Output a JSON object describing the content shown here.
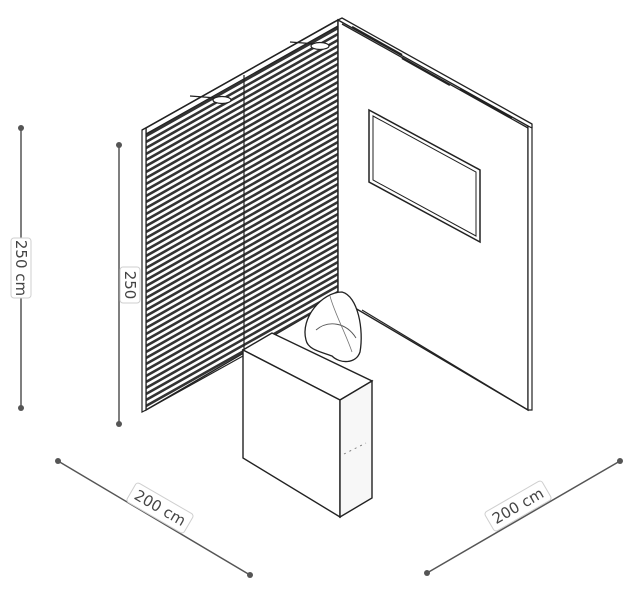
{
  "dimensions": {
    "height_total": "250 cm",
    "height_wall": "250",
    "width_left": "200 cm",
    "width_right": "200 cm"
  },
  "colors": {
    "line": "#222222",
    "dimension": "#555555",
    "slat_dark": "#333333",
    "slat_light": "#ffffff",
    "wall_fill": "#ffffff",
    "counter_side": "#f7f7f7"
  },
  "icons": {
    "spotlight_1": "spotlight-icon",
    "spotlight_2": "spotlight-icon",
    "chair": "chair-icon",
    "screen": "tv-screen-icon",
    "counter": "counter-icon"
  }
}
